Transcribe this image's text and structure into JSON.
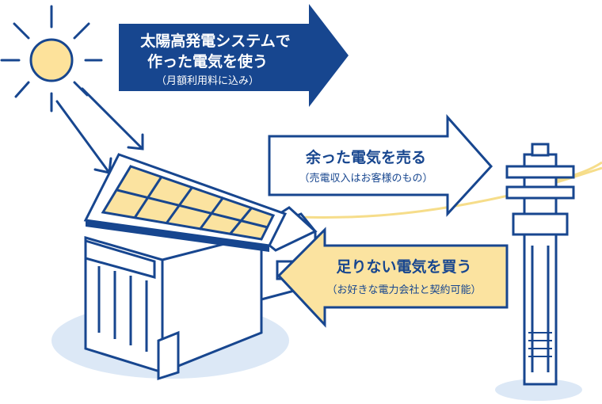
{
  "colors": {
    "navy": "#17468f",
    "blue_light": "#e6eef8",
    "ground": "#dce8f6",
    "yellow": "#fbe3a0",
    "yellow_line": "#f6dd8a",
    "sun": "#fde29b",
    "white": "#ffffff"
  },
  "arrow_self_use": {
    "line1": "太陽高発電システムで",
    "line2": "作った電気を使う",
    "sub": "（月額利用料に込み）"
  },
  "arrow_sell": {
    "title": "余った電気を売る",
    "sub": "（売電収入はお客様のもの）"
  },
  "arrow_buy": {
    "title": "足りない電気を買う",
    "sub": "（お好きな電力会社と契約可能）"
  },
  "icons": {
    "sun": "sun-icon",
    "house": "house-with-solar-panels-icon",
    "pole": "utility-pole-icon"
  }
}
